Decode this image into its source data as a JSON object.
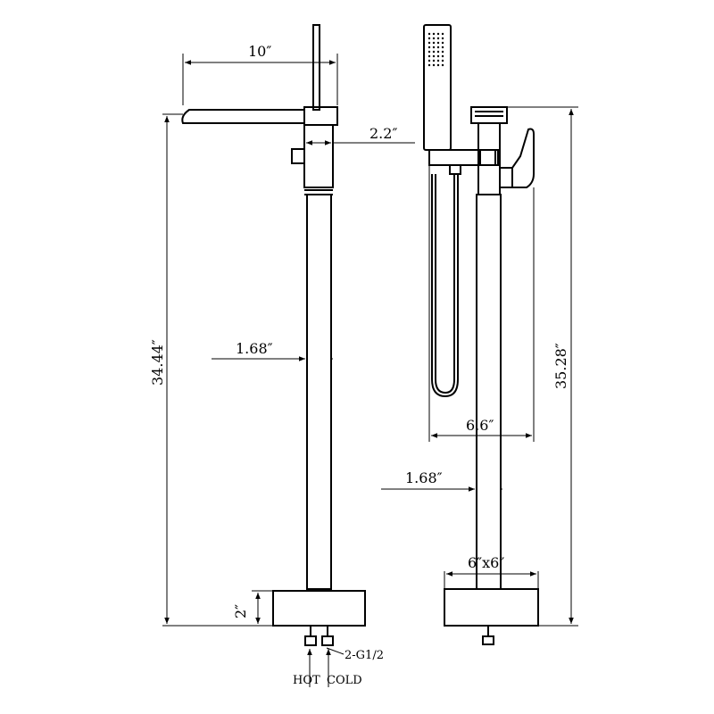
{
  "dimensions": {
    "spout_length": "10″",
    "spout_offset": "2.2″",
    "left_total_height": "34.44″",
    "left_pipe_width": "1.68″",
    "base_height": "2″",
    "right_total_height": "35.28″",
    "right_width": "6.6″",
    "right_pipe_width": "1.68″",
    "base_size": "6″x6″"
  },
  "labels": {
    "thread": "2-G1/2",
    "hot": "HOT",
    "cold": "COLD"
  }
}
